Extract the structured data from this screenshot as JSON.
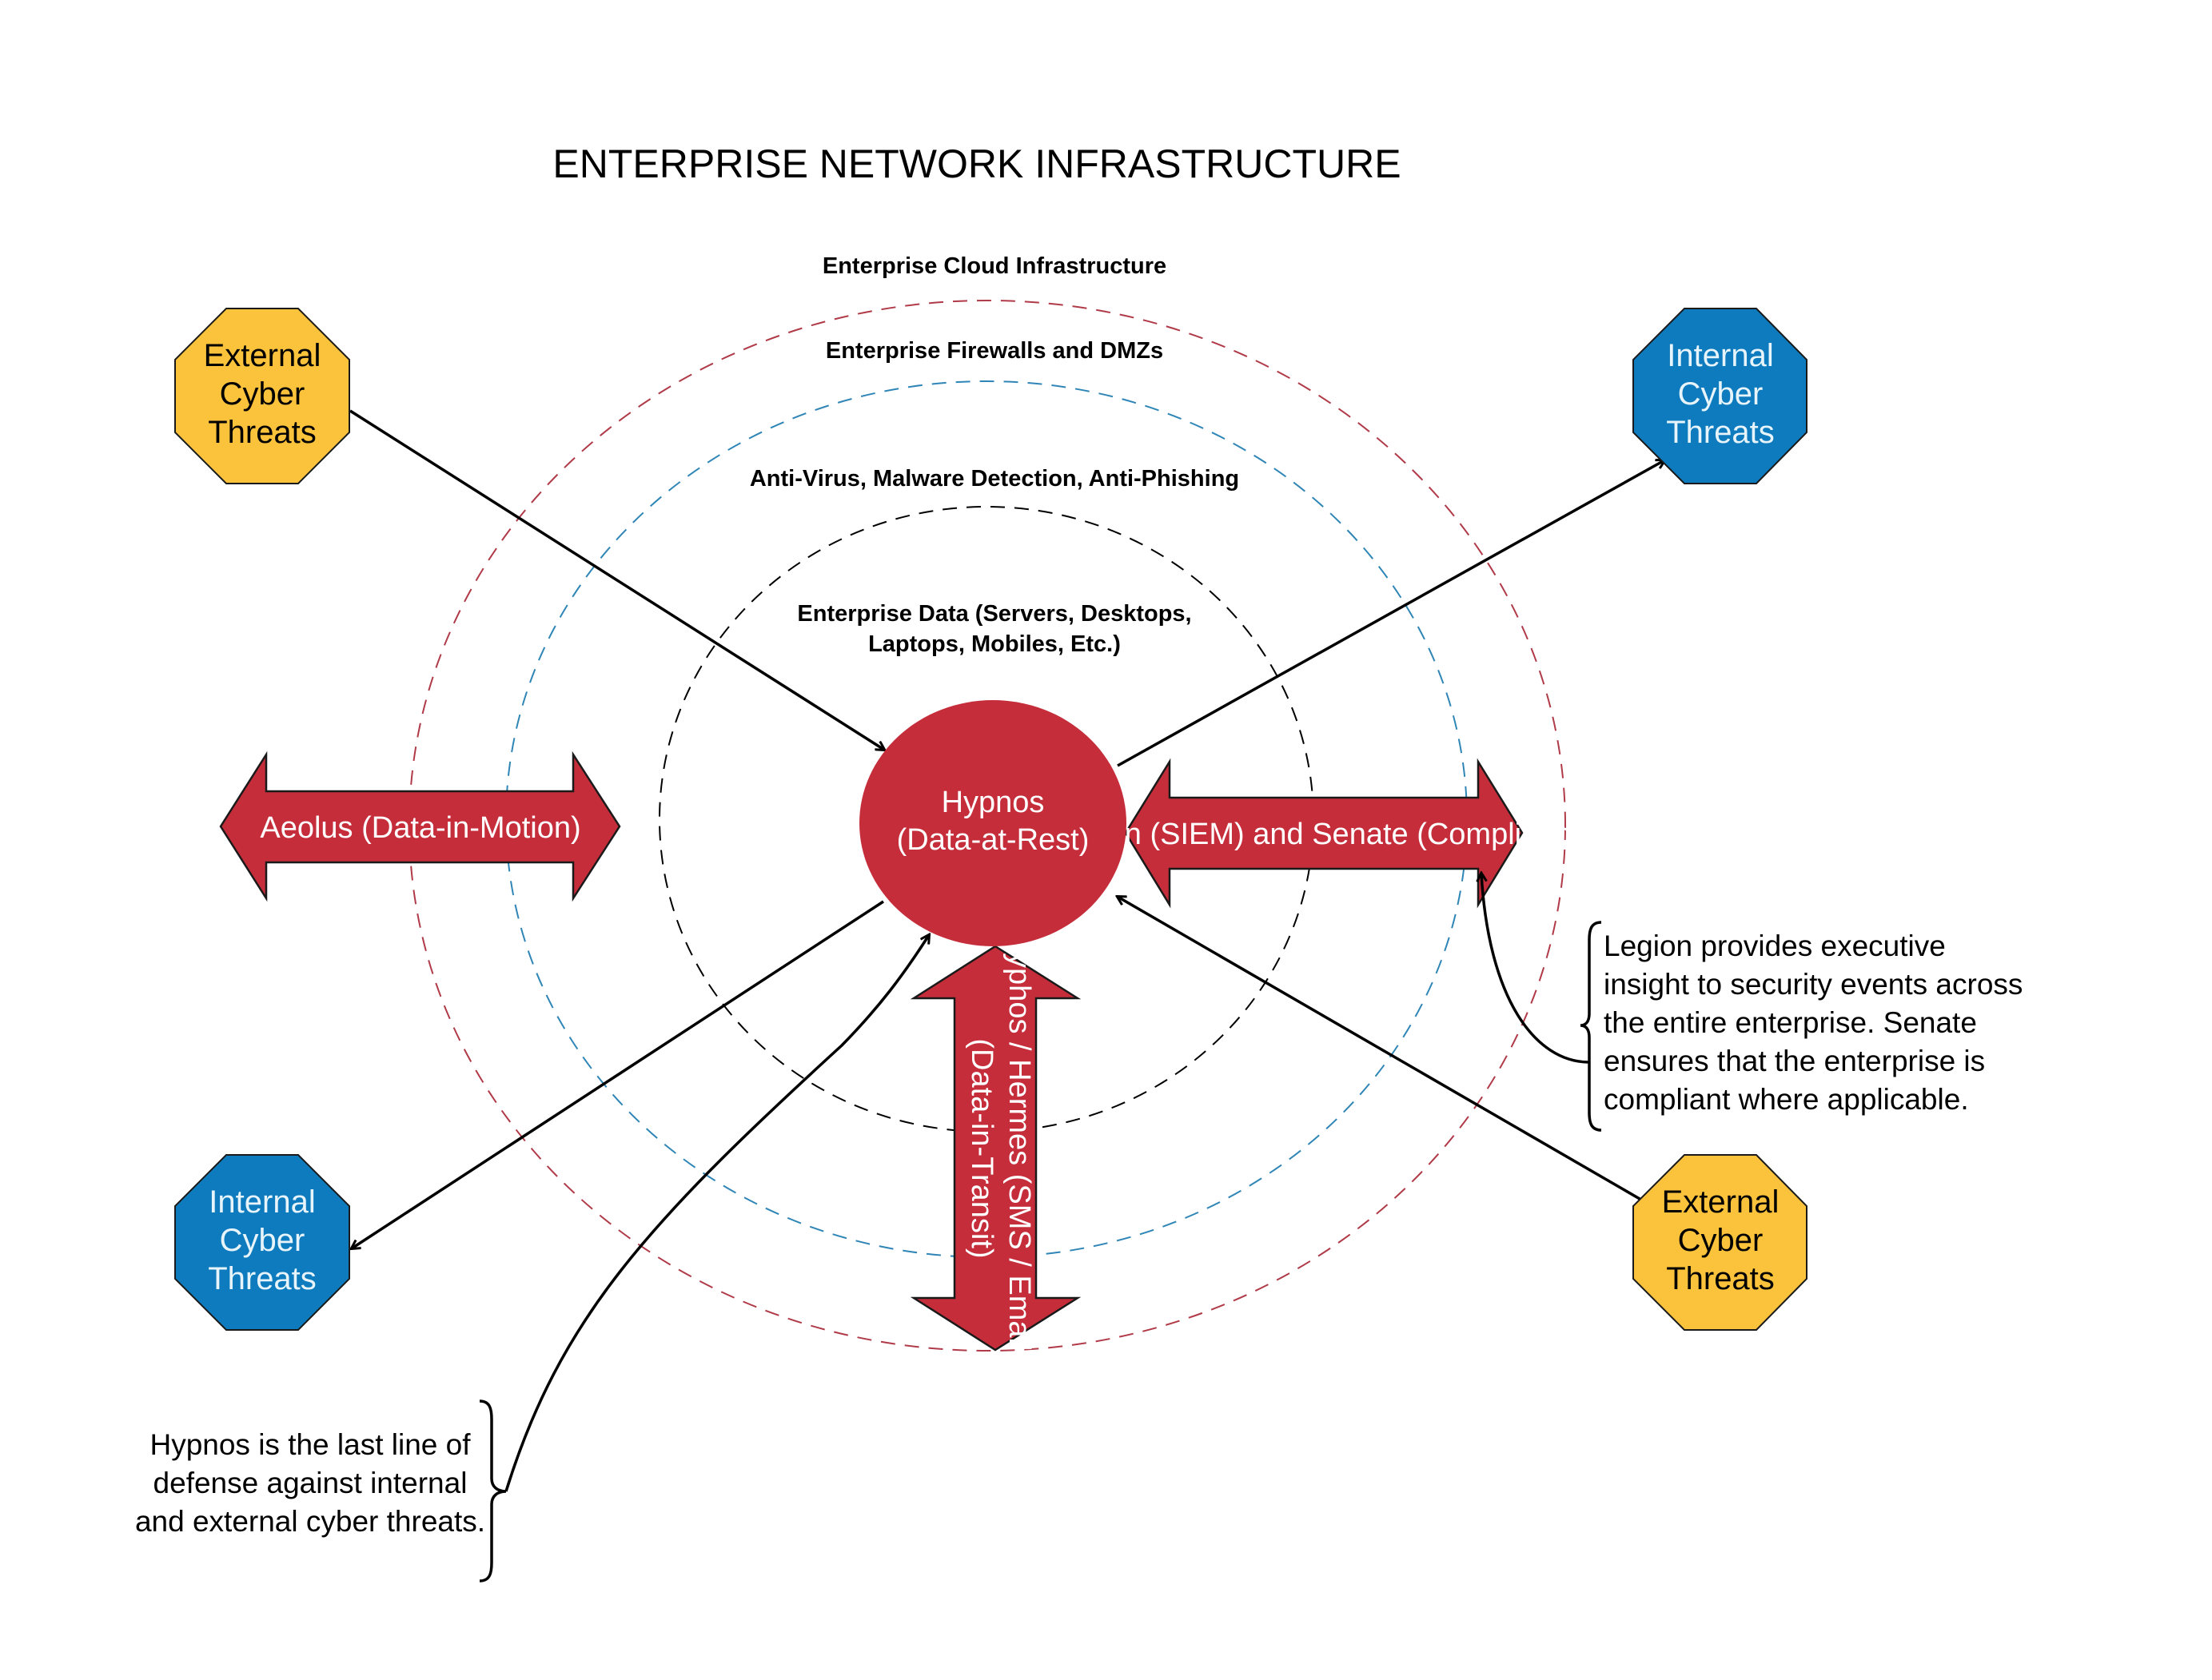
{
  "title": "ENTERPRISE NETWORK INFRASTRUCTURE",
  "colors": {
    "red_fill": "#c52d3a",
    "external_fill": "#fbc33c",
    "internal_fill": "#0d7bbd",
    "ring_cloud": "#b03a48",
    "ring_firewall": "#2f86b6",
    "ring_antivirus": "#000000"
  },
  "rings": [
    {
      "label": "Enterprise Cloud Infrastructure"
    },
    {
      "label": "Enterprise Firewalls and DMZs"
    },
    {
      "label": "Anti-Virus, Malware Detection, Anti-Phishing"
    },
    {
      "label_lines": [
        "Enterprise Data (Servers, Desktops,",
        "Laptops, Mobiles, Etc.)"
      ]
    }
  ],
  "hub": {
    "lines": [
      "Hypnos",
      "(Data-at-Rest)"
    ]
  },
  "arrows": {
    "aeolus": "Aeolus (Data-in-Motion)",
    "legion": "Legion (SIEM) and Senate (Compliance)",
    "typhos_line1": "Typhos / Hermes (SMS / Email)",
    "typhos_line2": "(Data-in-Transit)"
  },
  "threats": [
    {
      "id": "top-left",
      "type": "external",
      "lines": [
        "External",
        "Cyber",
        "Threats"
      ]
    },
    {
      "id": "top-right",
      "type": "internal",
      "lines": [
        "Internal",
        "Cyber",
        "Threats"
      ]
    },
    {
      "id": "bottom-left",
      "type": "internal",
      "lines": [
        "Internal",
        "Cyber",
        "Threats"
      ]
    },
    {
      "id": "bottom-right",
      "type": "external",
      "lines": [
        "External",
        "Cyber",
        "Threats"
      ]
    }
  ],
  "notes": {
    "legion": [
      "Legion provides executive",
      "insight to security events across",
      "the entire enterprise. Senate",
      "ensures that the enterprise is",
      "compliant where applicable."
    ],
    "hypnos": [
      "Hypnos is the last line of",
      "defense against internal",
      "and external cyber threats."
    ]
  }
}
